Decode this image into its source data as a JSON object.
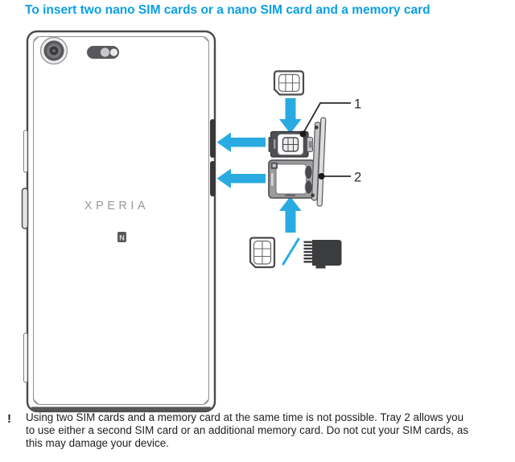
{
  "title": "To insert two nano SIM cards or a nano SIM card and a memory card",
  "colors": {
    "title_blue": "#0aa0e3",
    "accent_blue": "#29ABE2",
    "phone_outline": "#4a4a4c",
    "dark_part": "#3b3c3e",
    "mid_gray": "#58595b",
    "light_gray": "#c3c3c5",
    "brand_gray": "#97979b"
  },
  "diagram": {
    "phone_brand": "XPERIA",
    "nfc_letter": "N",
    "label_1": "1",
    "label_2": "2",
    "icons": {
      "nano_sim_top": "nano-sim-card-icon",
      "nano_sim_bottom": "nano-sim-card-icon",
      "memory_card": "micro-sd-card-icon",
      "slash": "or-slash-icon",
      "arrows": "blue-direction-arrows",
      "tray1": "sim-tray-1",
      "tray2": "sim-tray-2",
      "tray_cap": "tray-cover-cap",
      "camera": "camera-lens-icon",
      "flash": "flash-module-icon",
      "nfc": "nfc-mark-icon"
    }
  },
  "note": {
    "marker": "!",
    "lines": [
      "Using two SIM cards and a memory card at the same time is not possible. Tray 2 allows you",
      "to use either a second SIM card or an additional memory card. Do not cut your SIM cards, as",
      "this may damage your device."
    ]
  }
}
